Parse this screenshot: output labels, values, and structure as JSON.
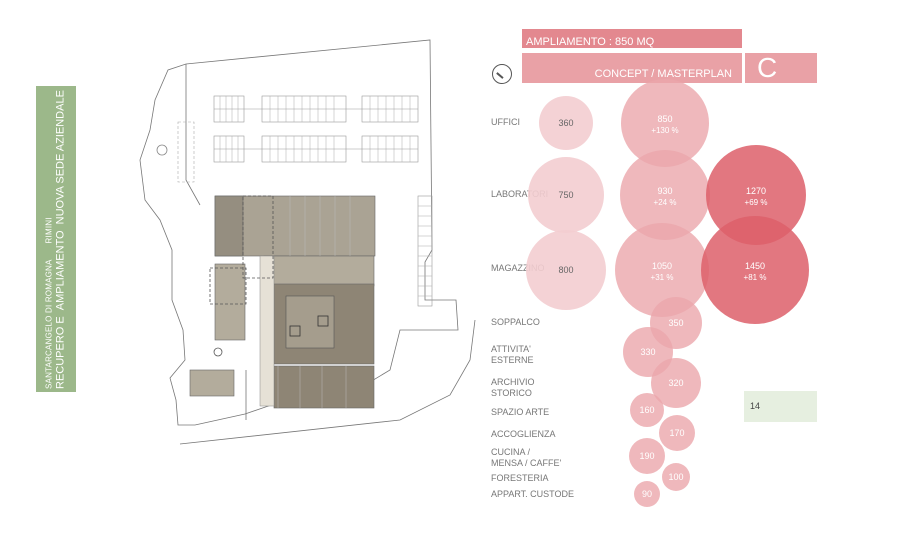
{
  "side_panel": {
    "line1_place": "SANTARCANGELO DI ROMAGNA",
    "line1_province": "RIMINI",
    "line2_a": "RECUPERO E",
    "line2_b": "AMPLIAMENTO",
    "line2_c": "NUOVA SEDE AZIENDALE",
    "color": "#9cb88a"
  },
  "header": {
    "title": "AMPLIAMENTO : 850 MQ",
    "subtitle": "CONCEPT / MASTERPLAN",
    "letter": "C",
    "color_dark": "#e3888f",
    "color_light": "#e9a1a6"
  },
  "clock_icon": "clock-icon",
  "rows": [
    {
      "label": "UFFICI"
    },
    {
      "label": "LABORATORI"
    },
    {
      "label": "MAGAZZINO"
    },
    {
      "label": "SOPPALCO"
    },
    {
      "label": "ATTIVITA'\nESTERNE"
    },
    {
      "label": "ARCHIVIO\nSTORICO"
    },
    {
      "label": "SPAZIO ARTE"
    },
    {
      "label": "ACCOGLIENZA"
    },
    {
      "label": "CUCINA /\nMENSA / CAFFE'"
    },
    {
      "label": "FORESTERIA"
    },
    {
      "label": "APPART. CUSTODE"
    }
  ],
  "bubbles": [
    {
      "value": "360",
      "pct": "",
      "tone": "light"
    },
    {
      "value": "850",
      "pct": "+130 %",
      "tone": "mid"
    },
    {
      "value": "750",
      "pct": "",
      "tone": "light"
    },
    {
      "value": "930",
      "pct": "+24 %",
      "tone": "mid"
    },
    {
      "value": "1270",
      "pct": "+69 %",
      "tone": "dark"
    },
    {
      "value": "800",
      "pct": "",
      "tone": "light"
    },
    {
      "value": "1050",
      "pct": "+31 %",
      "tone": "mid"
    },
    {
      "value": "1450",
      "pct": "+81 %",
      "tone": "dark"
    },
    {
      "value": "350",
      "pct": "",
      "tone": "mid"
    },
    {
      "value": "330",
      "pct": "",
      "tone": "mid"
    },
    {
      "value": "320",
      "pct": "",
      "tone": "mid"
    },
    {
      "value": "160",
      "pct": "",
      "tone": "mid"
    },
    {
      "value": "170",
      "pct": "",
      "tone": "mid"
    },
    {
      "value": "190",
      "pct": "",
      "tone": "mid"
    },
    {
      "value": "100",
      "pct": "",
      "tone": "mid"
    },
    {
      "value": "90",
      "pct": "",
      "tone": "mid"
    }
  ],
  "colors": {
    "light": "#f3cdd0",
    "mid": "#eba6ab",
    "dark": "#dd5f6a"
  },
  "page_number": "14"
}
